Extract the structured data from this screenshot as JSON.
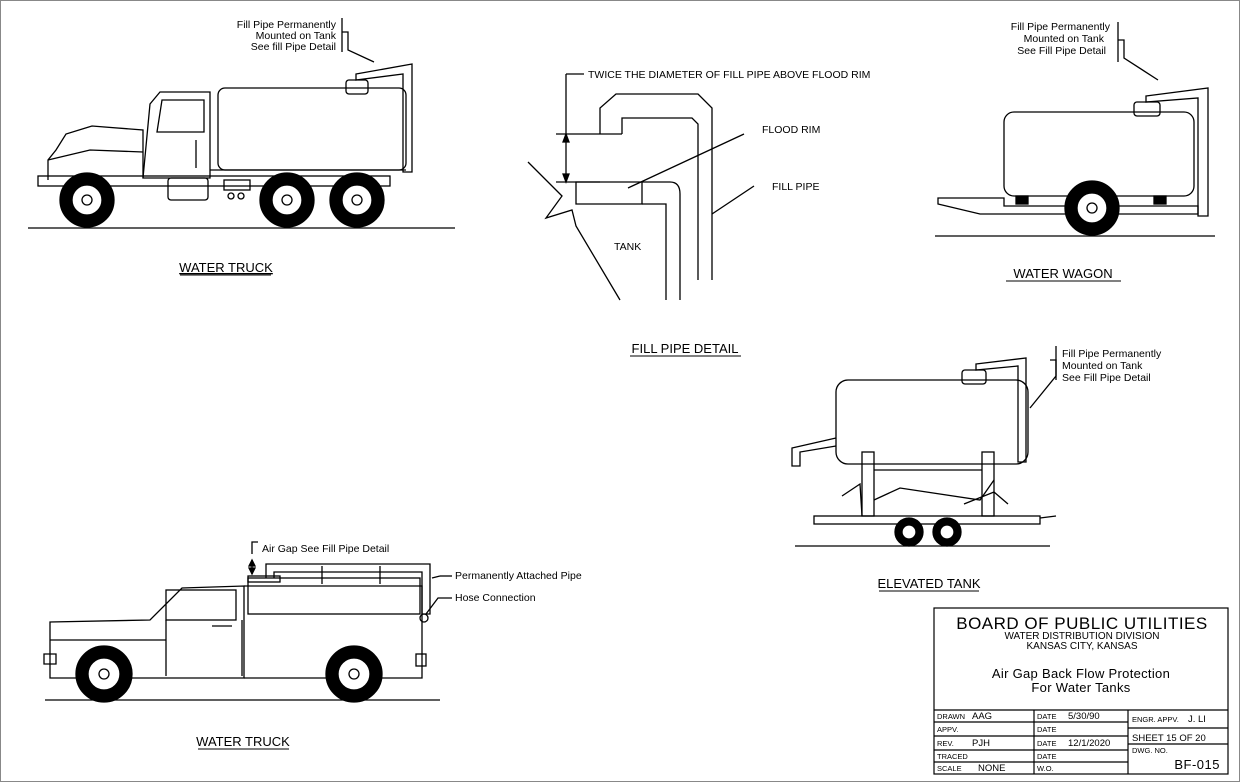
{
  "drawings": {
    "truck1": {
      "caption": "WATER TRUCK",
      "note": [
        "Fill Pipe Permanently",
        "Mounted on Tank",
        "See fill Pipe Detail"
      ]
    },
    "wagon": {
      "caption": "WATER WAGON",
      "note": [
        "Fill Pipe Permanently",
        "Mounted on Tank",
        "See Fill Pipe Detail"
      ]
    },
    "detail": {
      "caption": "FILL PIPE DETAIL",
      "dim_label": "TWICE THE DIAMETER OF FILL PIPE ABOVE FLOOD RIM",
      "flood_rim": "FLOOD RIM",
      "fill_pipe": "FILL PIPE",
      "tank": "TANK"
    },
    "elevated": {
      "caption": "ELEVATED TANK",
      "note": [
        "Fill Pipe Permanently",
        "Mounted on Tank",
        "See Fill Pipe Detail"
      ]
    },
    "pickup": {
      "caption": "WATER TRUCK",
      "air_gap": "Air Gap See Fill Pipe Detail",
      "attached_pipe": "Permanently Attached Pipe",
      "hose": "Hose Connection"
    }
  },
  "title_block": {
    "org": "BOARD OF PUBLIC UTILITIES",
    "division": "WATER DISTRIBUTION DIVISION",
    "location": "KANSAS CITY, KANSAS",
    "title1": "Air Gap Back Flow Protection",
    "title2": "For Water Tanks",
    "drawn_label": "DRAWN",
    "drawn_value": "AAG",
    "appv_label": "APPV.",
    "rev_label": "REV.",
    "rev_value": "PJH",
    "traced_label": "TRACED",
    "scale_label": "SCALE",
    "scale_value": "NONE",
    "date_label": "DATE",
    "date1": "5/30/90",
    "date3": "12/1/2020",
    "wo_label": "W.O.",
    "engr_label": "ENGR. APPV.",
    "engr_value": "J. LI",
    "sheet": "SHEET 15 OF 20",
    "dwg_label": "DWG. NO.",
    "dwg_value": "BF-015"
  }
}
